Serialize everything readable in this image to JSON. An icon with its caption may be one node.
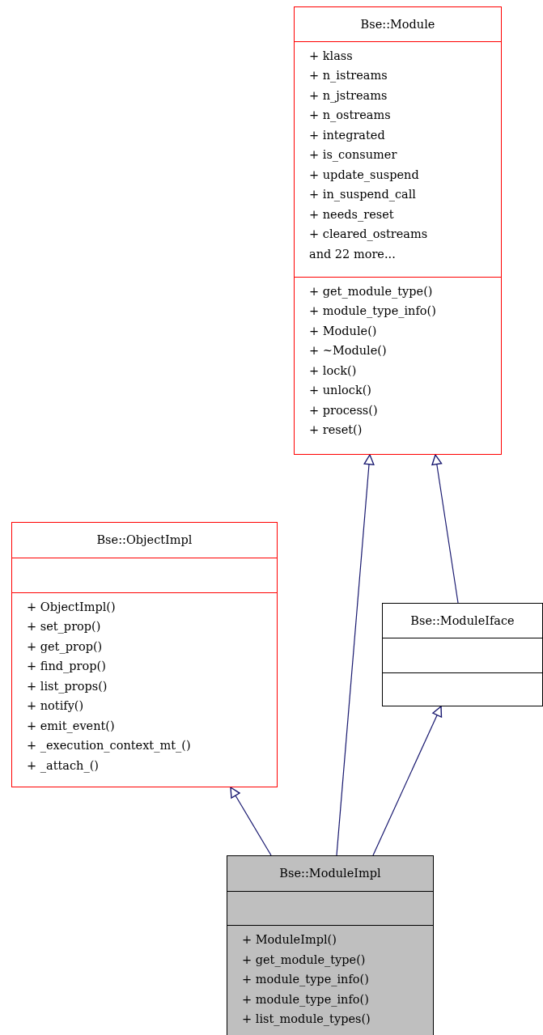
{
  "diagram": {
    "nodes": [
      {
        "text": [],
        "shape": "box"
      },
      {
        "text": [
          "Bse::Module"
        ],
        "in": 0
      },
      {
        "text": [
          "+ klass",
          "+ n_istreams",
          "+ n_jstreams",
          "+ n_ostreams",
          "+ integrated",
          "+ is_consumer",
          "+ update_suspend",
          "+ in_suspend_call",
          "+ needs_reset",
          "+ cleared_ostreams",
          "and 22 more..."
        ],
        "in": 0
      },
      {
        "text": [
          "+ get_module_type()",
          "+ module_type_info()",
          "+ Module()",
          "+ ~Module()",
          "+ lock()",
          "+ unlock()",
          "+ process()",
          "+ reset()"
        ],
        "in": 0
      },
      {
        "text": [],
        "shape": "box"
      },
      {
        "text": [
          "Bse::ObjectImpl"
        ],
        "in": 4
      },
      {
        "text": [],
        "shape": "box",
        "in": 4
      },
      {
        "text": [
          "+ ObjectImpl()",
          "+ set_prop()",
          "+ get_prop()",
          "+ find_prop()",
          "+ list_props()",
          "+ notify()",
          "+ emit_event()",
          "+ _execution_context_mt_()",
          "+ _attach_()"
        ],
        "in": 4
      },
      {
        "text": [],
        "shape": "box"
      },
      {
        "text": [
          "Bse::ModuleIface"
        ],
        "in": 8
      },
      {
        "text": [],
        "shape": "box",
        "in": 8
      },
      {
        "text": [],
        "shape": "box",
        "in": 8
      },
      {
        "text": [],
        "shape": "box"
      },
      {
        "text": [
          "Bse::ModuleImpl"
        ],
        "in": 12
      },
      {
        "text": [],
        "shape": "box",
        "in": 12
      },
      {
        "text": [
          "+ ModuleImpl()",
          "+ get_module_type()",
          "+ module_type_info()",
          "+ module_type_info()",
          "+ list_module_types()"
        ],
        "in": 12
      }
    ],
    "edges": [
      {
        "from": 12,
        "to": 4,
        "arrow": "to"
      },
      {
        "from": 12,
        "to": 0,
        "arrow": "to"
      },
      {
        "from": 12,
        "to": 8,
        "arrow": "to"
      },
      {
        "from": 8,
        "to": 0,
        "arrow": "to"
      }
    ]
  }
}
